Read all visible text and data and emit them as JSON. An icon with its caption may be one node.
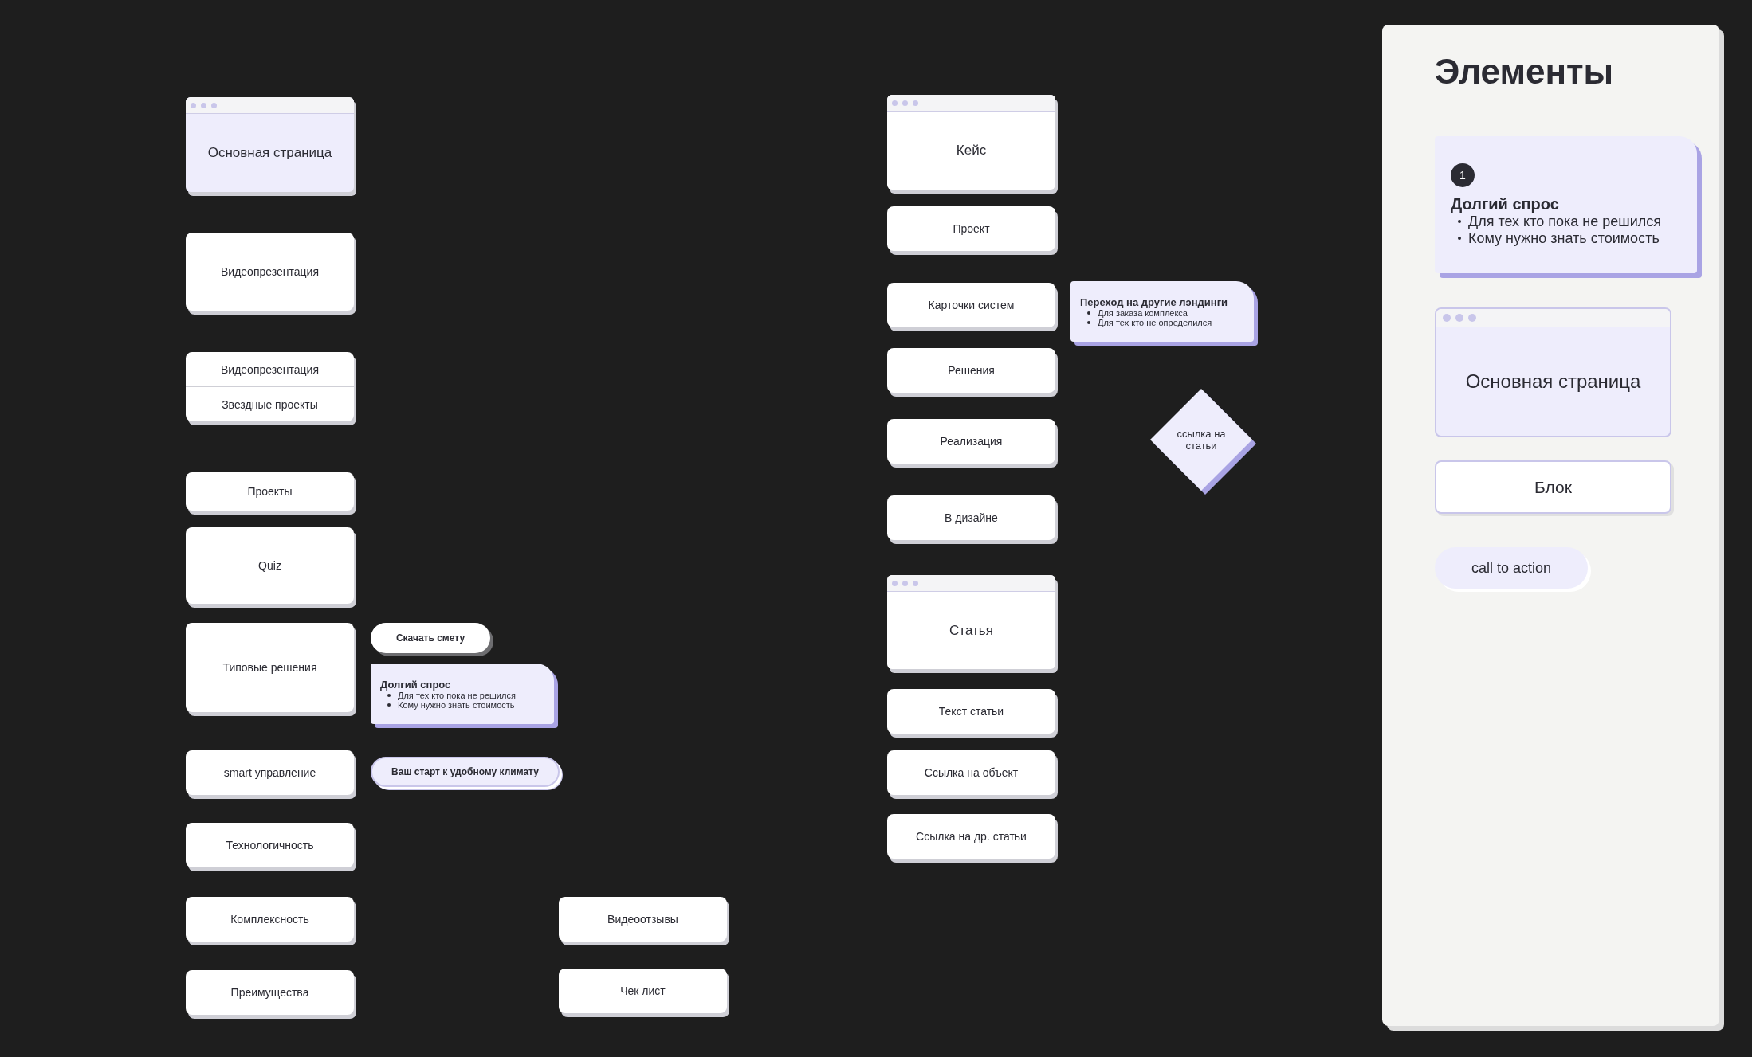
{
  "diagram": {
    "nodes": [
      {
        "text": [
          "Основная страница"
        ]
      },
      {
        "text": [
          "Видеопрезентация"
        ]
      },
      {
        "text": [
          "Видеопрезентация",
          "Звездные проекты"
        ]
      },
      {
        "text": [
          "Проекты"
        ]
      },
      {
        "text": [
          "Quiz"
        ]
      },
      {
        "text": [
          "Типовые решения"
        ]
      },
      {
        "text": [
          "smart управление"
        ]
      },
      {
        "text": [
          "Технологичность"
        ]
      },
      {
        "text": [
          "Комплексность"
        ]
      },
      {
        "text": [
          "Преимущества"
        ]
      },
      {
        "text": [
          "Скачать смету"
        ]
      },
      {
        "text": [
          "Долгий спрос",
          "Для тех кто пока не решился",
          "Кому нужно знать стоимость"
        ]
      },
      {
        "text": [
          "Ваш старт к удобному климату"
        ]
      },
      {
        "text": [
          "Видеоотзывы"
        ]
      },
      {
        "text": [
          "Чек лист"
        ]
      },
      {
        "text": [
          "Кейс"
        ]
      },
      {
        "text": [
          "Проект"
        ]
      },
      {
        "text": [
          "Карточки систем"
        ]
      },
      {
        "text": [
          "Решения"
        ]
      },
      {
        "text": [
          "Реализация"
        ]
      },
      {
        "text": [
          "В дизайне"
        ]
      },
      {
        "text": [
          "Статья"
        ]
      },
      {
        "text": [
          "Текст статьи"
        ]
      },
      {
        "text": [
          "Ссылка на объект"
        ]
      },
      {
        "text": [
          "Ссылка на др. статьи"
        ]
      },
      {
        "text": [
          "Переход на другие лэндинги",
          "Для заказа комплекса",
          "Для тех кто не определился"
        ]
      },
      {
        "text": [
          "ссылка на статьи"
        ]
      },
      {
        "text": [
          "Элементы"
        ]
      },
      {
        "text": [
          "1",
          "Долгий спрос",
          "Для тех кто пока не решился",
          "Кому нужно знать стоимость"
        ],
        "in": 27
      },
      {
        "text": [
          "Основная страница"
        ],
        "in": 27
      },
      {
        "text": [
          "Блок"
        ],
        "in": 27
      },
      {
        "text": [
          "call to action"
        ],
        "in": 27
      }
    ],
    "edges": []
  }
}
